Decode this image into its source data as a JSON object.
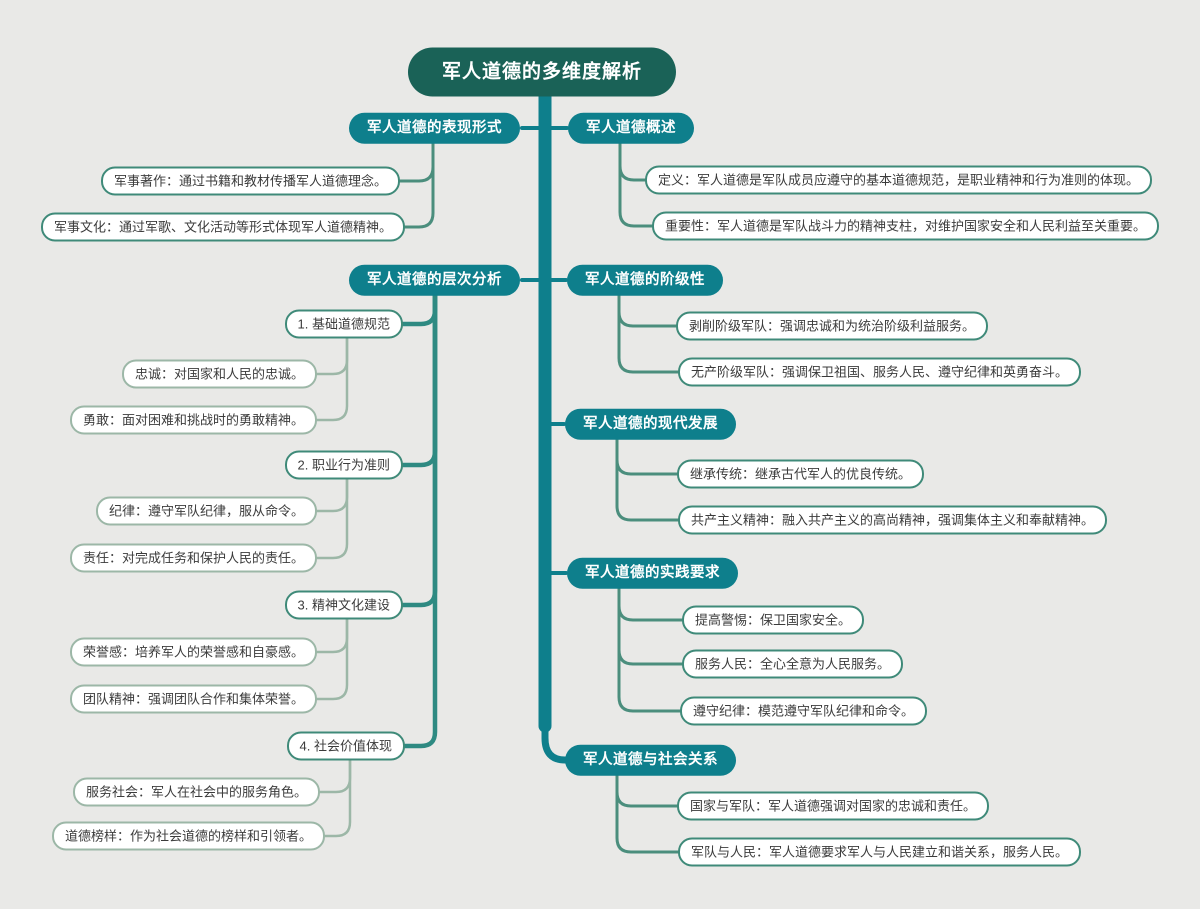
{
  "colors": {
    "bg": "#e9e9e7",
    "root_fill": "#1a6257",
    "branch_fill": "#0e7f8c",
    "branch_text": "#ffffff",
    "trunk": "#0e7f8c",
    "subtrunk": "#2e8a82",
    "connector": "#4b8e7d",
    "light_connector": "#9cb7a7",
    "strong_border": "#3f8a79",
    "light_border": "#9cb7a7",
    "node_text": "#3b3b3b"
  },
  "map": {
    "root": "军人道德的多维度解析",
    "left": [
      {
        "label": "军人道德的表现形式",
        "children": [
          {
            "label": "军事著作：通过书籍和教材传播军人道德理念。"
          },
          {
            "label": "军事文化：通过军歌、文化活动等形式体现军人道德精神。"
          }
        ]
      },
      {
        "label": "军人道德的层次分析",
        "children": [
          {
            "label": "1. 基础道德规范",
            "children": [
              {
                "label": "忠诚：对国家和人民的忠诚。"
              },
              {
                "label": "勇敢：面对困难和挑战时的勇敢精神。"
              }
            ]
          },
          {
            "label": "2. 职业行为准则",
            "children": [
              {
                "label": "纪律：遵守军队纪律，服从命令。"
              },
              {
                "label": "责任：对完成任务和保护人民的责任。"
              }
            ]
          },
          {
            "label": "3. 精神文化建设",
            "children": [
              {
                "label": "荣誉感：培养军人的荣誉感和自豪感。"
              },
              {
                "label": "团队精神：强调团队合作和集体荣誉。"
              }
            ]
          },
          {
            "label": "4. 社会价值体现",
            "children": [
              {
                "label": "服务社会：军人在社会中的服务角色。"
              },
              {
                "label": "道德榜样：作为社会道德的榜样和引领者。"
              }
            ]
          }
        ]
      }
    ],
    "right": [
      {
        "label": "军人道德概述",
        "children": [
          {
            "label": "定义：军人道德是军队成员应遵守的基本道德规范，是职业精神和行为准则的体现。"
          },
          {
            "label": "重要性：军人道德是军队战斗力的精神支柱，对维护国家安全和人民利益至关重要。"
          }
        ]
      },
      {
        "label": "军人道德的阶级性",
        "children": [
          {
            "label": "剥削阶级军队：强调忠诚和为统治阶级利益服务。"
          },
          {
            "label": "无产阶级军队：强调保卫祖国、服务人民、遵守纪律和英勇奋斗。"
          }
        ]
      },
      {
        "label": "军人道德的现代发展",
        "children": [
          {
            "label": "继承传统：继承古代军人的优良传统。"
          },
          {
            "label": "共产主义精神：融入共产主义的高尚精神，强调集体主义和奉献精神。"
          }
        ]
      },
      {
        "label": "军人道德的实践要求",
        "children": [
          {
            "label": "提高警惕：保卫国家安全。"
          },
          {
            "label": "服务人民：全心全意为人民服务。"
          },
          {
            "label": "遵守纪律：模范遵守军队纪律和命令。"
          }
        ]
      },
      {
        "label": "军人道德与社会关系",
        "children": [
          {
            "label": "国家与军队：军人道德强调对国家的忠诚和责任。"
          },
          {
            "label": "军队与人民：军人道德要求军人与人民建立和谐关系，服务人民。"
          }
        ]
      }
    ]
  }
}
